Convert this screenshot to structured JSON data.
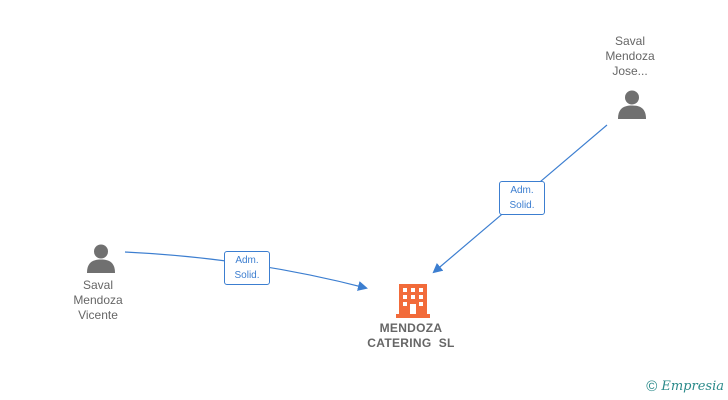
{
  "nodes": {
    "person_top": {
      "lines": [
        "Saval",
        "Mendoza",
        "Jose..."
      ],
      "icon": "person-icon"
    },
    "person_left": {
      "lines": [
        "Saval",
        "Mendoza",
        "Vicente"
      ],
      "icon": "person-icon"
    },
    "company": {
      "lines": [
        "MENDOZA",
        "CATERING  SL"
      ],
      "icon": "building-icon"
    }
  },
  "relations": {
    "top_to_company": {
      "lines": [
        "Adm.",
        "Solid."
      ]
    },
    "left_to_company": {
      "lines": [
        "Adm.",
        "Solid."
      ]
    }
  },
  "brand": {
    "copyright": "©",
    "name": "Empresia"
  },
  "colors": {
    "link": "#3c7ed0",
    "person": "#707070",
    "company": "#f26b3a",
    "text": "#666666",
    "brand": "#2a8a8a"
  }
}
